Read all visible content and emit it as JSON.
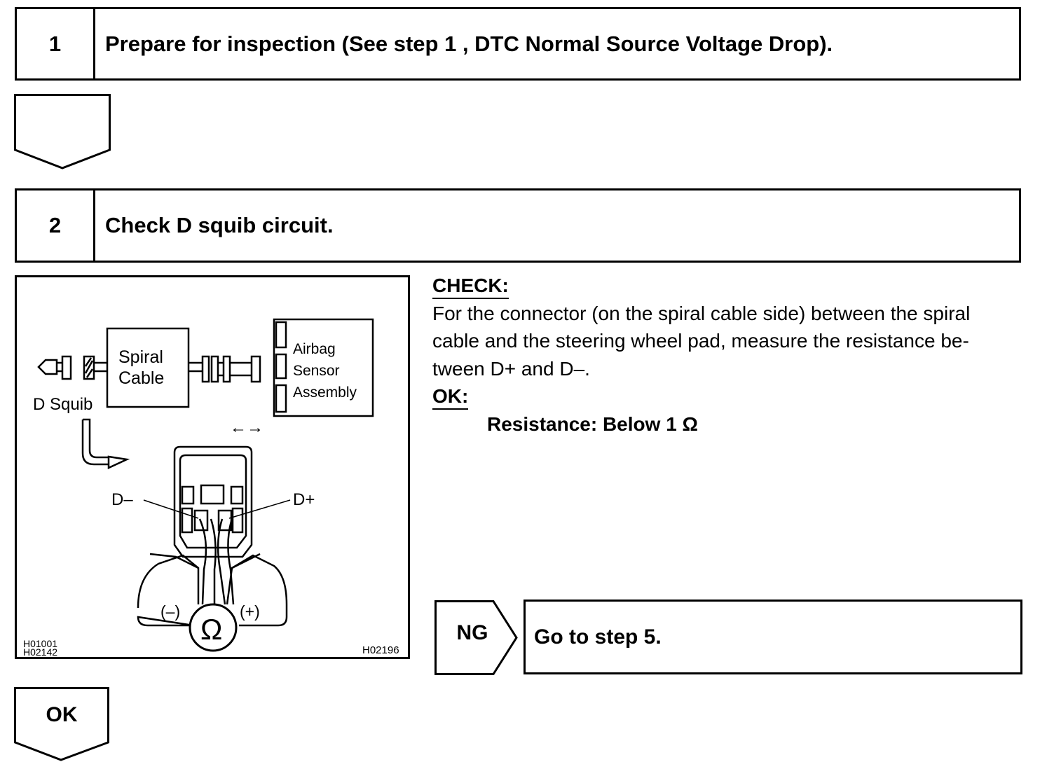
{
  "step1": {
    "number": "1",
    "title": "Prepare for inspection (See step 1 , DTC Normal Source Voltage Drop)."
  },
  "step2": {
    "number": "2",
    "title": "Check D squib circuit."
  },
  "figure": {
    "spiral_cable_line1": "Spiral",
    "spiral_cable_line2": "Cable",
    "airbag_line1": "Airbag",
    "airbag_line2": "Sensor",
    "airbag_line3": "Assembly",
    "d_squib": "D Squib",
    "arrows": "←→",
    "d_minus": "D–",
    "d_plus": "D+",
    "meter_minus": "(–)",
    "meter_plus": "(+)",
    "ohm_symbol": "Ω",
    "code_left_1": "H01001",
    "code_left_2": "H02142",
    "code_right": "H02196"
  },
  "check": {
    "heading": "CHECK:",
    "line1": "For the connector (on the spiral cable side) between the spiral",
    "line2": "cable and the steering wheel pad, measure the resistance be-",
    "line3": "tween D+ and D–.",
    "ok_heading": "OK:",
    "spec": "Resistance: Below 1 Ω"
  },
  "ng": {
    "label": "NG",
    "action": "Go to step 5."
  },
  "ok_arrow": {
    "label": "OK"
  }
}
